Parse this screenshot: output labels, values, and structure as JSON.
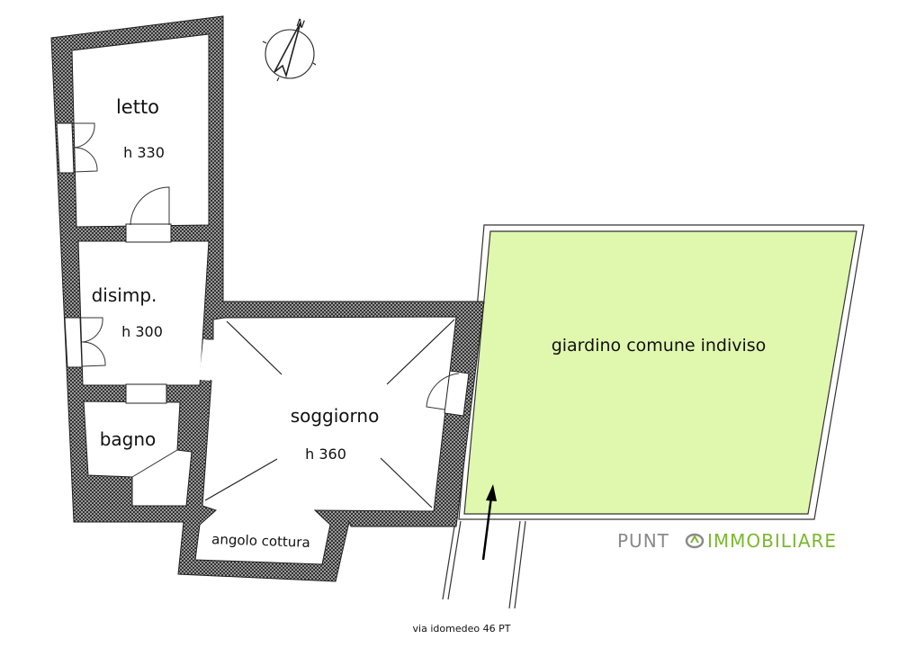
{
  "rooms": {
    "letto": {
      "name": "letto",
      "height": "h 330"
    },
    "disimp": {
      "name": "disimp.",
      "height": "h 300"
    },
    "bagno": {
      "name": "bagno"
    },
    "soggiorno": {
      "name": "soggiorno",
      "height": "h 360"
    },
    "angolo": {
      "name": "angolo cottura"
    },
    "giardino": {
      "name": "giardino comune indiviso"
    }
  },
  "address": "via idomedeo 46 PT",
  "compass": {
    "label": "N"
  },
  "logo": {
    "part1": "PUNTO",
    "part2": "IMMOBILIARE"
  },
  "colors": {
    "garden": "#e0f7ae",
    "wall_dark": "#3a3a3a",
    "logo_gray": "#8a8a8a",
    "logo_green": "#7ab82e"
  }
}
